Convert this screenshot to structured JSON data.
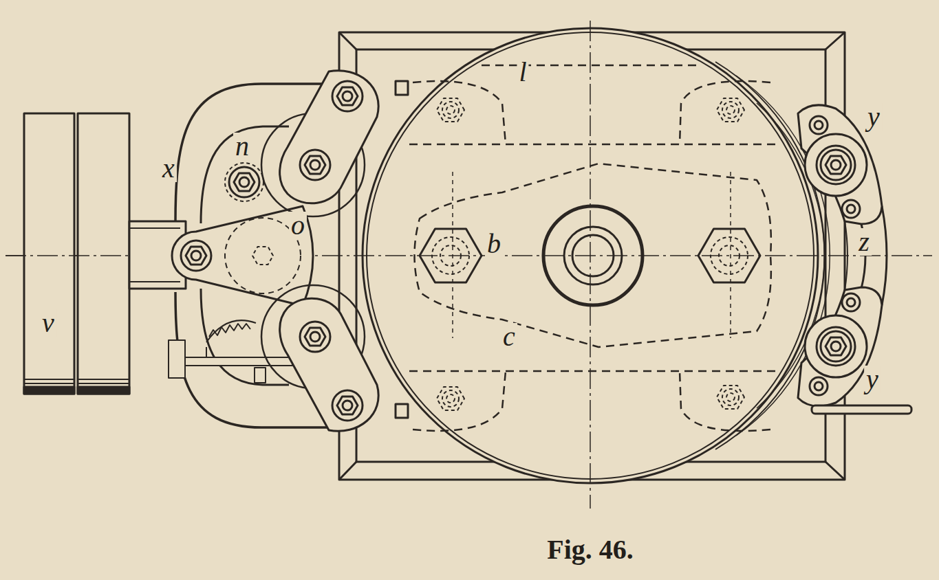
{
  "diagram": {
    "caption": "Fig. 46.",
    "labels": [
      "l",
      "y",
      "x",
      "n",
      "o",
      "b",
      "z",
      "c",
      "y",
      "v"
    ]
  }
}
